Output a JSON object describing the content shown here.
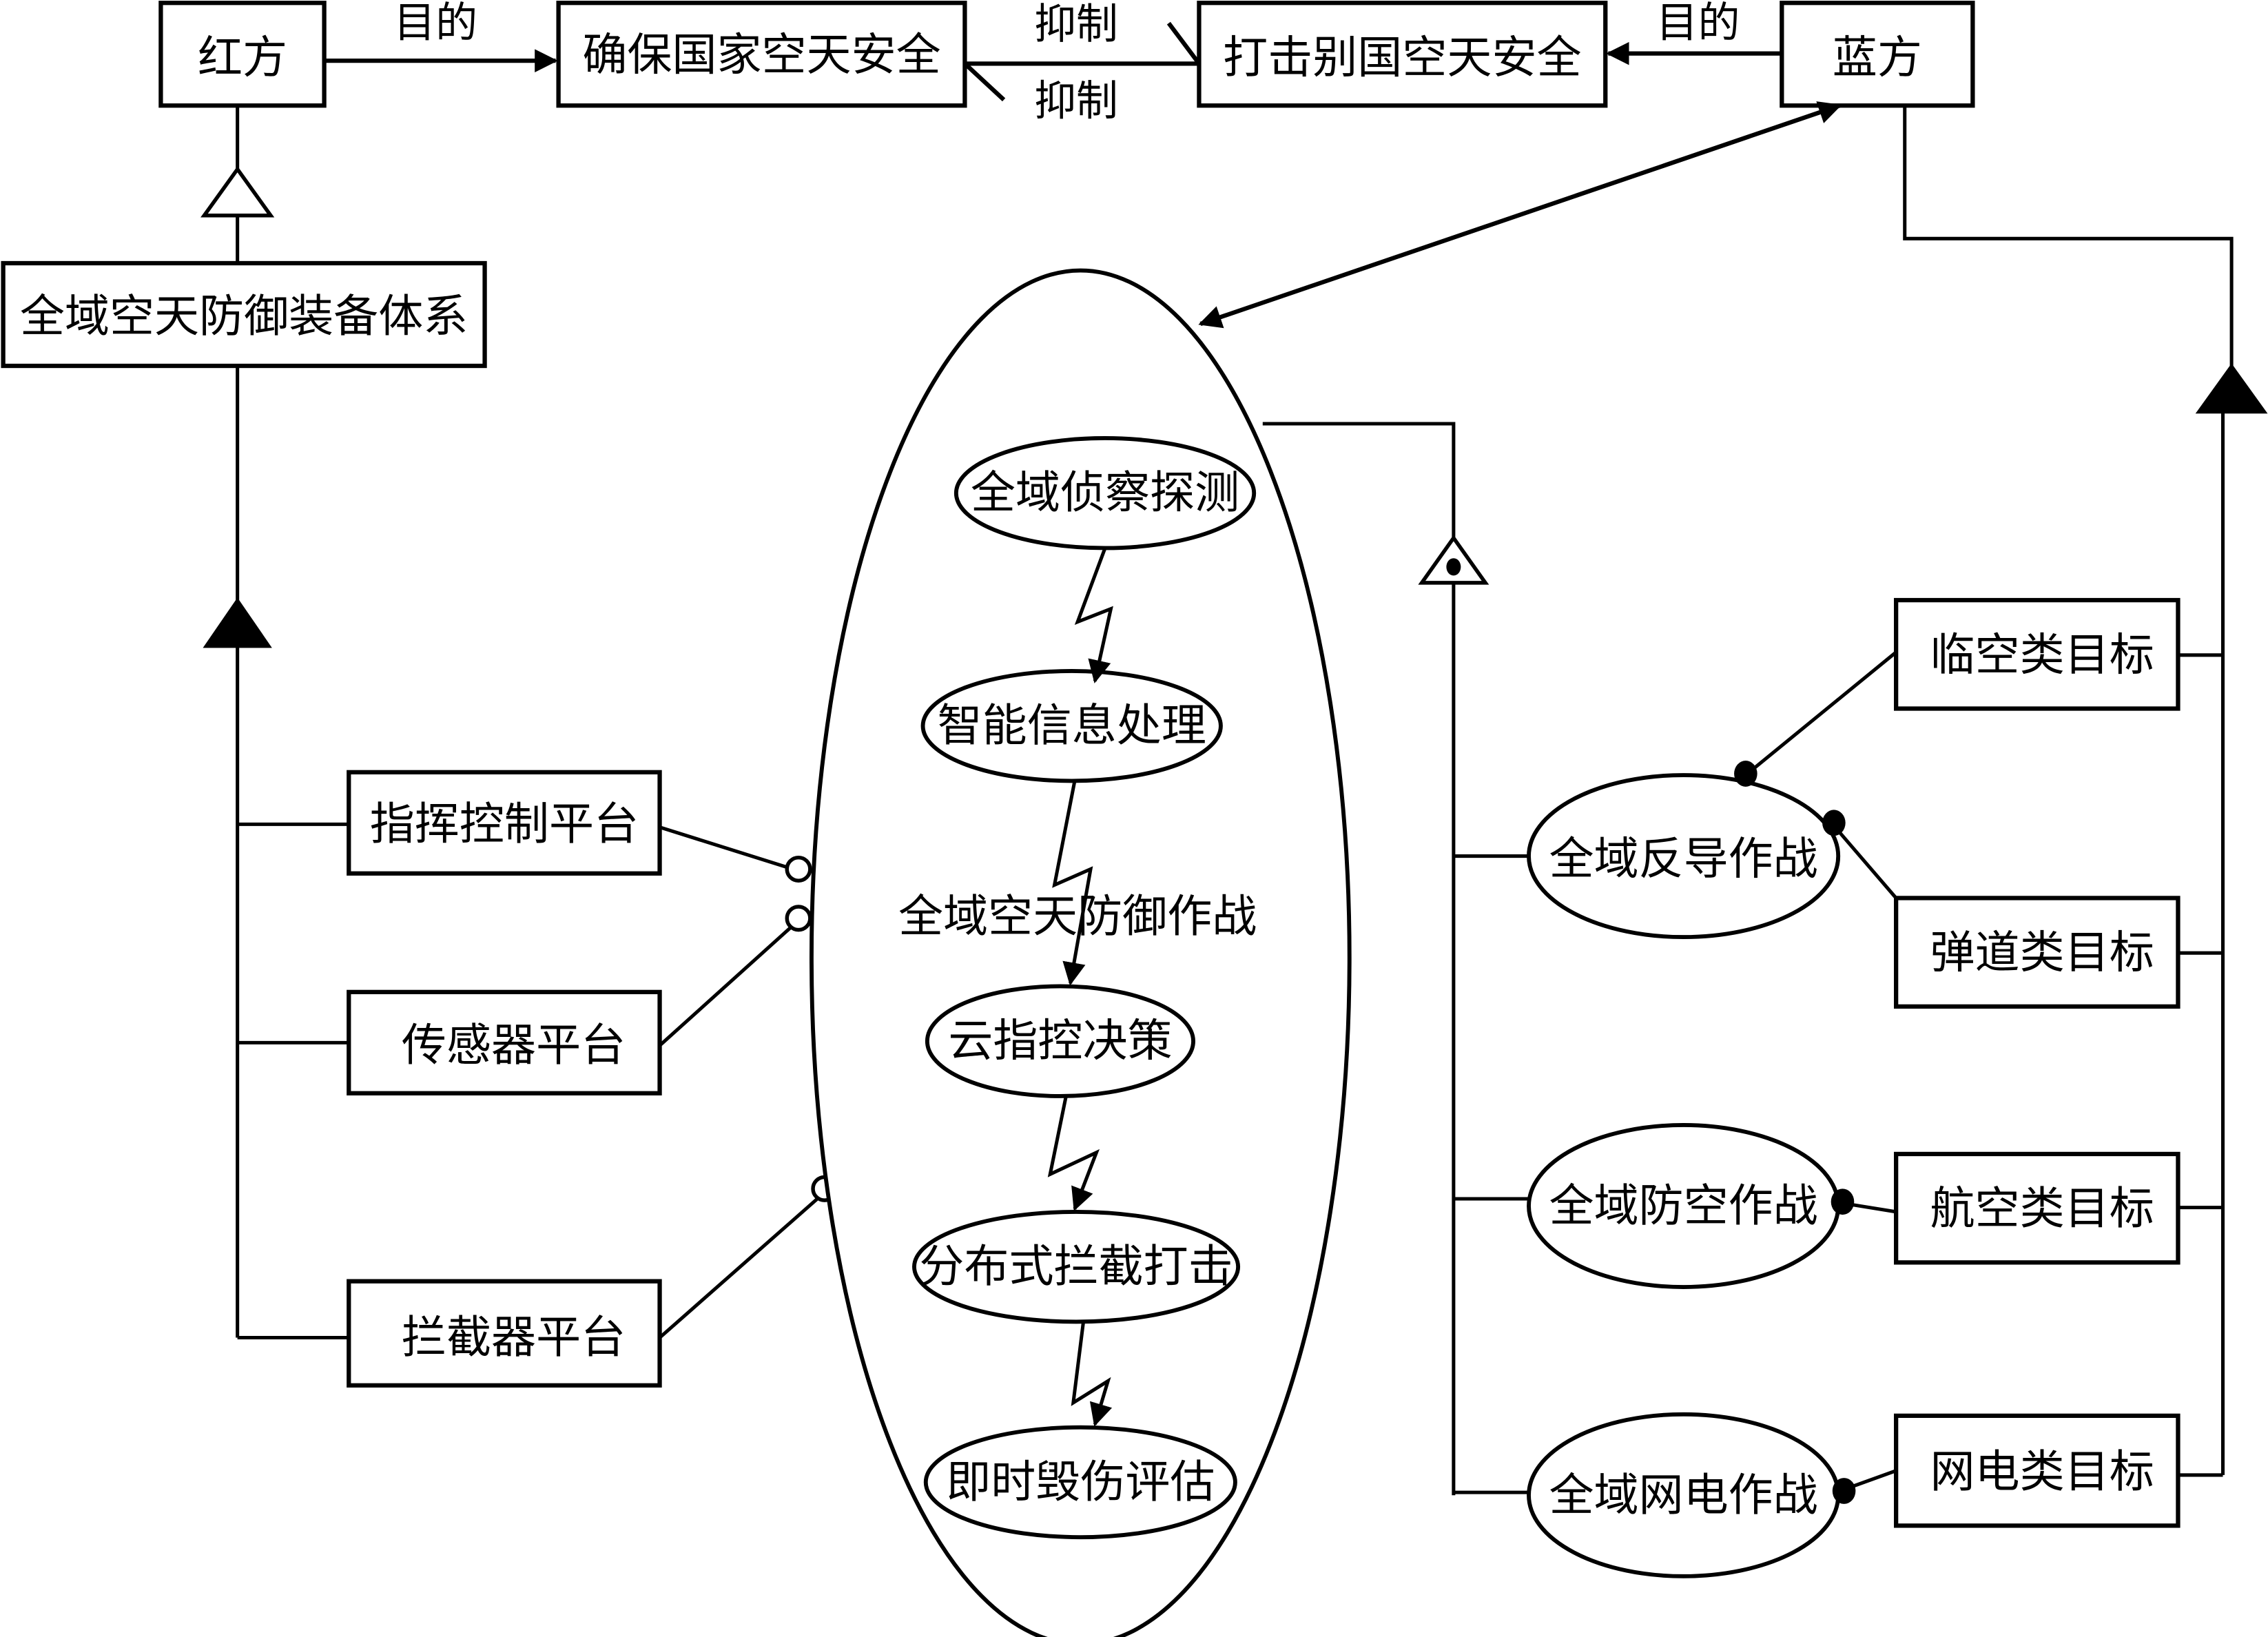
{
  "top_row": {
    "red_side": "红方",
    "red_goal": "确保国家空天安全",
    "blue_goal": "打击别国空天安全",
    "blue_side": "蓝方",
    "purpose_left": "目的",
    "purpose_right": "目的",
    "suppress_top": "抑制",
    "suppress_bottom": "抑制"
  },
  "equipment_system": "全域空天防御装备体系",
  "platforms": [
    "指挥控制平台",
    "传感器平台",
    "拦截器平台"
  ],
  "operation": {
    "label": "全域空天防御作战",
    "stages": [
      "全域侦察探测",
      "智能信息处理",
      "云指控决策",
      "分布式拦截打击",
      "即时毁伤评估"
    ]
  },
  "combat_modes": [
    "全域反导作战",
    "全域防空作战",
    "全域网电作战"
  ],
  "targets": [
    "临空类目标",
    "弹道类目标",
    "航空类目标",
    "网电类目标"
  ]
}
